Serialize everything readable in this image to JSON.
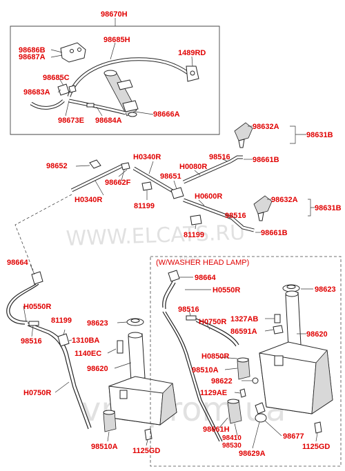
{
  "header_note": "(W/WASHER HEAD LAMP)",
  "watermarks": {
    "site": "WWW.ELCATS.RU",
    "small": "Elcats",
    "bottom": "vr6-prom.ua"
  },
  "labels": {
    "p98670H": "98670H",
    "p98686B": "98686B",
    "p98687A": "98687A",
    "p98685H": "98685H",
    "p1489RD": "1489RD",
    "p98685C": "98685C",
    "p98683A": "98683A",
    "p98673E": "98673E",
    "p98684A": "98684A",
    "p98666A": "98666A",
    "p98632A_1": "98632A",
    "p98631B_1": "98631B",
    "p98652": "98652",
    "pH0340R_1": "H0340R",
    "p98516_1": "98516",
    "p98661B_1": "98661B",
    "pH0080R": "H0080R",
    "p98651": "98651",
    "p98662F": "98662F",
    "pH0340R_2": "H0340R",
    "p81199_1": "81199",
    "pH0600R": "H0600R",
    "p98632A_2": "98632A",
    "p98631B_2": "98631B",
    "p98516_2": "98516",
    "p98661B_2": "98661B",
    "p81199_2": "81199",
    "p98664_1": "98664",
    "p98664_2": "98664",
    "pH0550R_1": "H0550R",
    "p98623_1": "98623",
    "pH0550R_2": "H0550R",
    "p81199_3": "81199",
    "p98516_3": "98516",
    "p1310BA": "1310BA",
    "p1140EC": "1140EC",
    "p98516_4": "98516",
    "pH0750R_1": "H0750R",
    "p1327AB": "1327AB",
    "p86591A": "86591A",
    "p98620_1": "98620",
    "p98623_2": "98623",
    "p98620_2": "98620",
    "pH0850R": "H0850R",
    "p98510A_1": "98510A",
    "p98622": "98622",
    "pH0750R_2": "H0750R",
    "p1129AE": "1129AE",
    "p98510A_2": "98510A",
    "p98661H": "98661H",
    "p98410": "98410",
    "p98530": "98530",
    "p98677": "98677",
    "p98629A": "98629A",
    "p1125GD_1": "1125GD",
    "p1125GD_2": "1125GD"
  }
}
